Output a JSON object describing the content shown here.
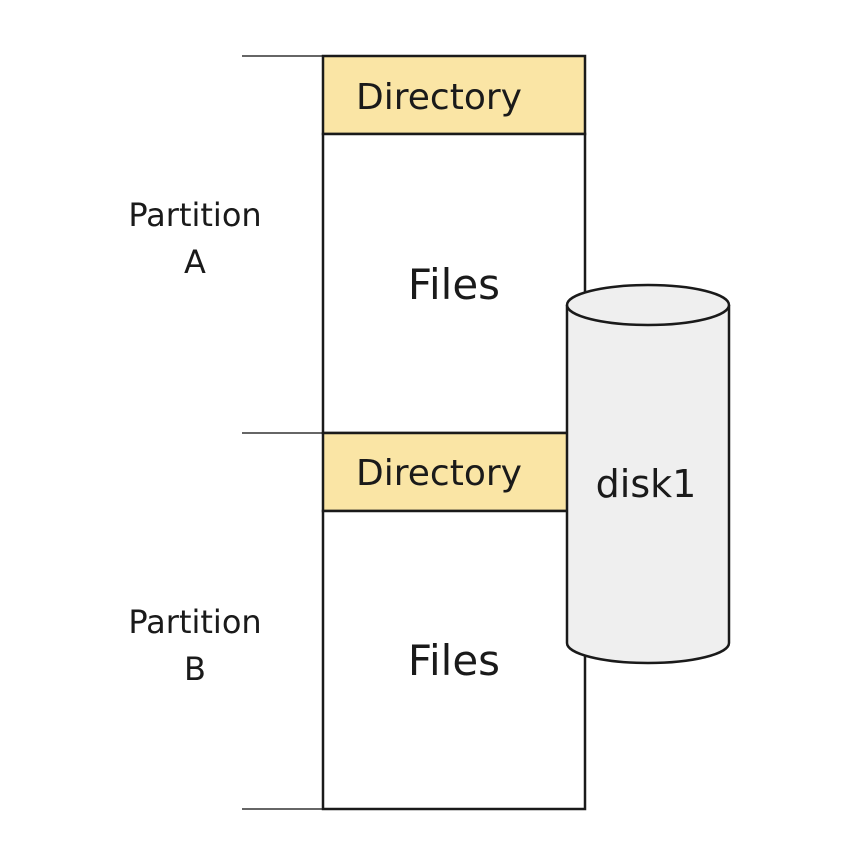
{
  "partitions": [
    {
      "name_line1": "Partition",
      "name_line2": "A",
      "directory_label": "Directory",
      "files_label": "Files"
    },
    {
      "name_line1": "Partition",
      "name_line2": "B",
      "directory_label": "Directory",
      "files_label": "Files"
    }
  ],
  "disk": {
    "label": "disk1"
  },
  "colors": {
    "directory_fill": "#fae5a5",
    "disk_fill": "#efefef",
    "stroke": "#1a1a1a"
  }
}
